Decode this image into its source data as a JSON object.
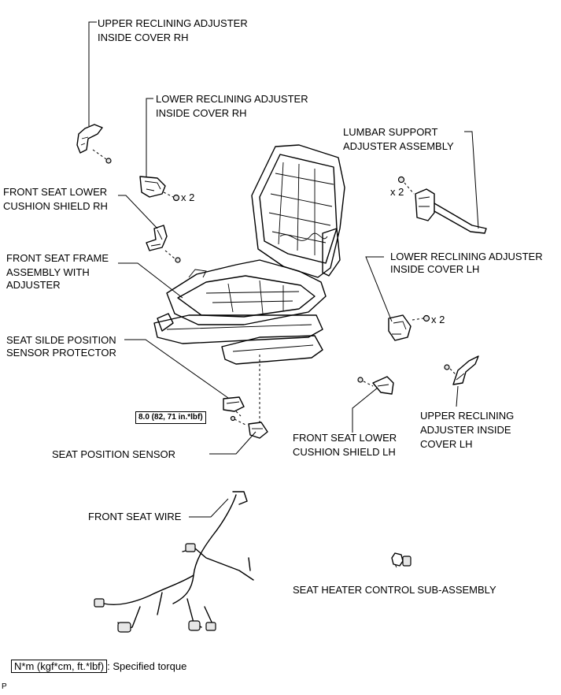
{
  "labels": {
    "upper_rh_1": "UPPER RECLINING ADJUSTER",
    "upper_rh_2": "INSIDE COVER RH",
    "lower_rh_1": "LOWER RECLINING ADJUSTER",
    "lower_rh_2": "INSIDE COVER RH",
    "lumbar_1": "LUMBAR SUPPORT",
    "lumbar_2": "ADJUSTER ASSEMBLY",
    "shield_rh_1": "FRONT SEAT LOWER",
    "shield_rh_2": "CUSHION SHIELD RH",
    "frame_1": "FRONT SEAT FRAME",
    "frame_2": "ASSEMBLY WITH",
    "frame_3": "ADJUSTER",
    "lower_lh_1": "LOWER RECLINING ADJUSTER",
    "lower_lh_2": "INSIDE COVER LH",
    "protector_1": "SEAT SILDE POSITION",
    "protector_2": "SENSOR PROTECTOR",
    "upper_lh_1": "UPPER RECLINING",
    "upper_lh_2": "ADJUSTER INSIDE",
    "upper_lh_3": "COVER LH",
    "shield_lh_1": "FRONT SEAT LOWER",
    "shield_lh_2": "CUSHION SHIELD LH",
    "position_sensor": "SEAT POSITION SENSOR",
    "seat_wire": "FRONT SEAT WIRE",
    "heater": "SEAT HEATER CONTROL SUB-ASSEMBLY"
  },
  "quantities": {
    "q_lower_rh": "x 2",
    "q_lumbar": "x 2",
    "q_lower_lh": "x 2"
  },
  "torque": {
    "sensor": "8.0 (82, 71 in.*lbf)"
  },
  "legend": {
    "unit": "N*m (kgf*cm, ft.*lbf)",
    "text": ": Specified torque"
  },
  "corner_mark": "P"
}
